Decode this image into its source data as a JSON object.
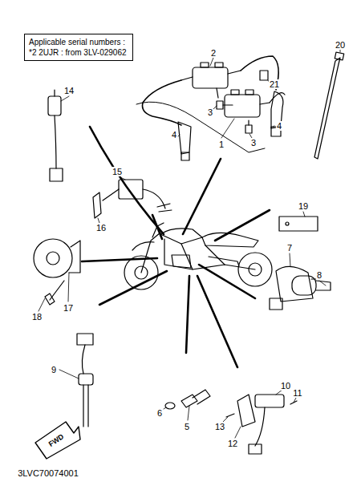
{
  "diagram": {
    "nodes": [
      {
        "text": [
          "Applicable serial numbers :",
          "*2 2UJR : from 3LV-029062"
        ]
      }
    ],
    "labels": [
      "2",
      "21",
      "20",
      "14",
      "3",
      "4",
      "1",
      "4",
      "3",
      "15",
      "19",
      "16",
      "7",
      "8",
      "17",
      "18",
      "9",
      "10",
      "11",
      "6",
      "13",
      "5",
      "12",
      "FWD",
      "3LVC70074001"
    ]
  }
}
